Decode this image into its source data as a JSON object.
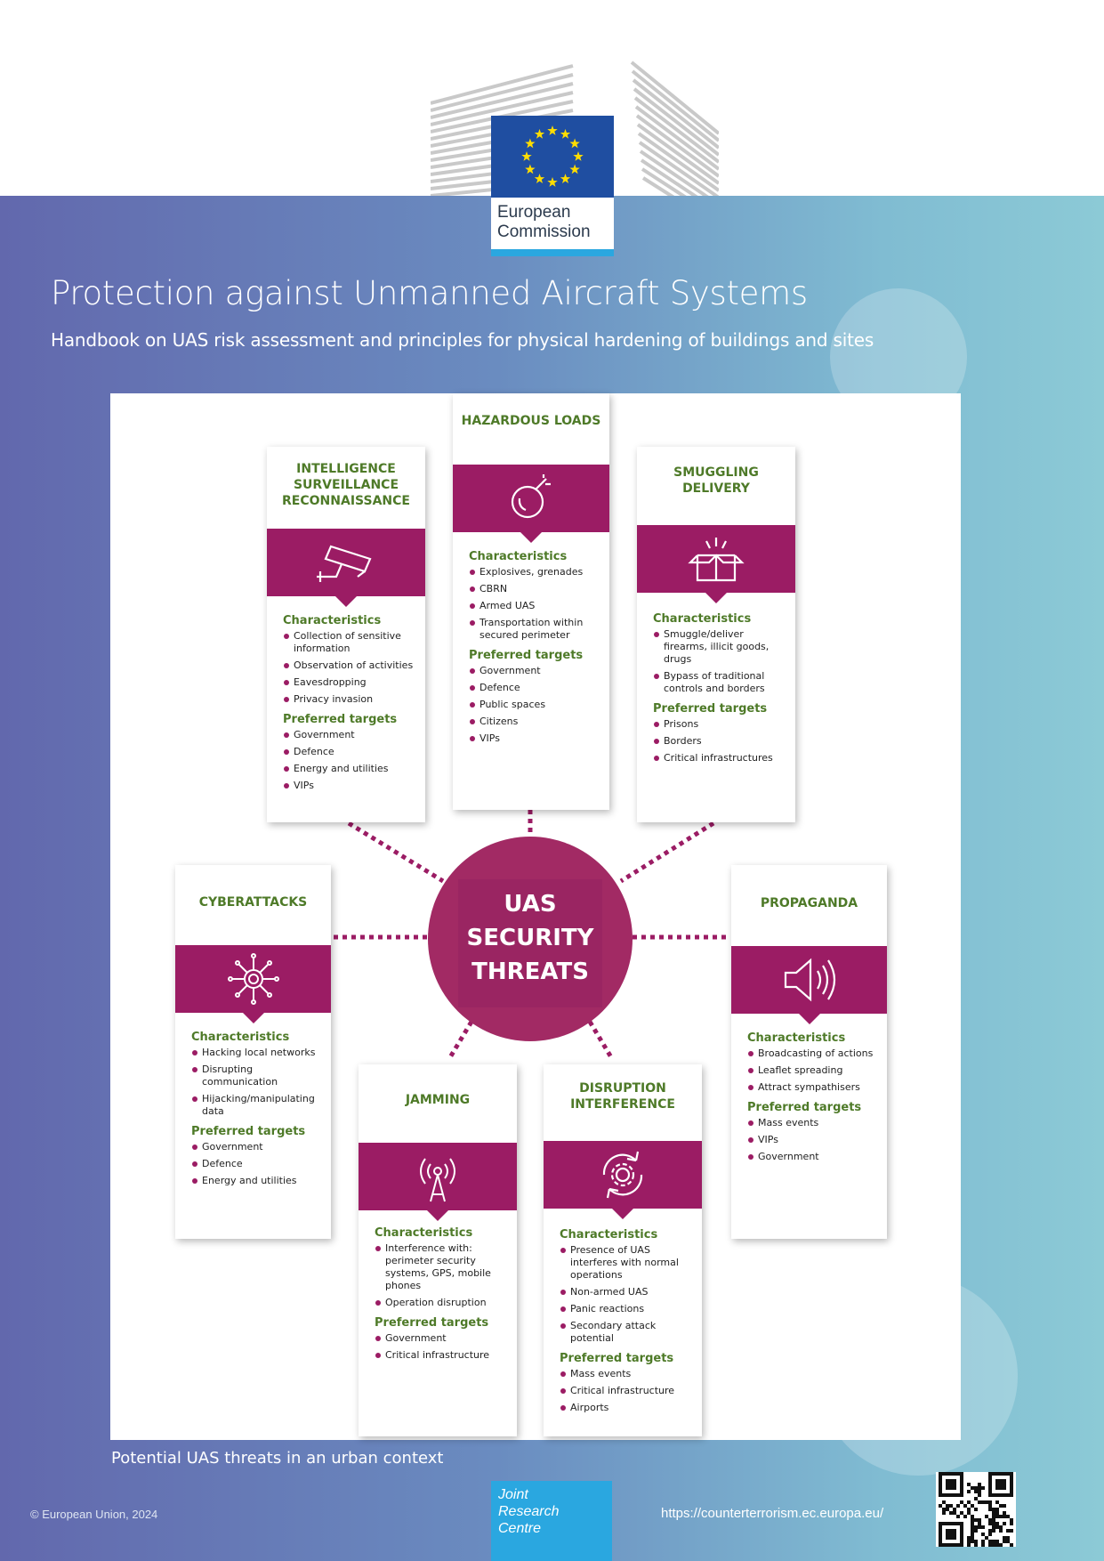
{
  "header": {
    "logo_line1": "European",
    "logo_line2": "Commission",
    "title": "Protection against Unmanned Aircraft Systems",
    "subtitle": "Handbook on UAS risk assessment and principles for physical hardening of buildings and sites"
  },
  "colors": {
    "accent": "#9b1c64",
    "heading_green": "#4e7a28",
    "eu_blue": "#1f4ea1",
    "eu_star": "#ffdd00",
    "jrc_blue": "#2aa7e0"
  },
  "infographic": {
    "center_lines": [
      "UAS",
      "SECURITY",
      "THREATS"
    ],
    "cards": [
      {
        "id": "isr",
        "title_lines": [
          "INTELLIGENCE",
          "SURVEILLANCE",
          "RECONNAISSANCE"
        ],
        "icon": "surveillance-camera-icon",
        "characteristics_label": "Characteristics",
        "characteristics": [
          "Collection of sensitive information",
          "Observation of activities",
          "Eavesdropping",
          "Privacy invasion"
        ],
        "targets_label": "Preferred targets",
        "targets": [
          "Government",
          "Defence",
          "Energy and utilities",
          "VIPs"
        ]
      },
      {
        "id": "hazardous",
        "title_lines": [
          "HAZARDOUS LOADS"
        ],
        "icon": "bomb-icon",
        "characteristics_label": "Characteristics",
        "characteristics": [
          "Explosives, grenades",
          "CBRN",
          "Armed UAS",
          "Transportation within secured perimeter"
        ],
        "targets_label": "Preferred targets",
        "targets": [
          "Government",
          "Defence",
          "Public spaces",
          "Citizens",
          "VIPs"
        ]
      },
      {
        "id": "smuggling",
        "title_lines": [
          "SMUGGLING",
          "DELIVERY"
        ],
        "icon": "open-box-icon",
        "characteristics_label": "Characteristics",
        "characteristics": [
          "Smuggle/deliver firearms, illicit goods, drugs",
          "Bypass of traditional controls and borders"
        ],
        "targets_label": "Preferred targets",
        "targets": [
          "Prisons",
          "Borders",
          "Critical infrastructures"
        ]
      },
      {
        "id": "cyber",
        "title_lines": [
          "CYBERATTACKS"
        ],
        "icon": "circuit-target-icon",
        "characteristics_label": "Characteristics",
        "characteristics": [
          "Hacking local networks",
          "Disrupting communication",
          "Hijacking/manipulating data"
        ],
        "targets_label": "Preferred targets",
        "targets": [
          "Government",
          "Defence",
          "Energy and utilities"
        ]
      },
      {
        "id": "propaganda",
        "title_lines": [
          "PROPAGANDA"
        ],
        "icon": "speaker-icon",
        "characteristics_label": "Characteristics",
        "characteristics": [
          "Broadcasting of actions",
          "Leaflet spreading",
          "Attract sympathisers"
        ],
        "targets_label": "Preferred targets",
        "targets": [
          "Mass events",
          "VIPs",
          "Government"
        ]
      },
      {
        "id": "jamming",
        "title_lines": [
          "JAMMING"
        ],
        "icon": "radio-tower-icon",
        "characteristics_label": "Characteristics",
        "characteristics": [
          "Interference with: perimeter security systems, GPS, mobile phones",
          "Operation disruption"
        ],
        "targets_label": "Preferred targets",
        "targets": [
          "Government",
          "Critical infrastructure"
        ]
      },
      {
        "id": "disruption",
        "title_lines": [
          "DISRUPTION",
          "INTERFERENCE"
        ],
        "icon": "gear-cycle-icon",
        "characteristics_label": "Characteristics",
        "characteristics": [
          "Presence of UAS interferes with normal operations",
          "Non-armed UAS",
          "Panic reactions",
          "Secondary attack potential"
        ],
        "targets_label": "Preferred targets",
        "targets": [
          "Mass events",
          "Critical infrastructure",
          "Airports"
        ]
      }
    ]
  },
  "caption": "Potential UAS threats in an urban context",
  "footer": {
    "copyright": "© European Union, 2024",
    "jrc_line1": "Joint",
    "jrc_line2": "Research",
    "jrc_line3": "Centre",
    "url": "https://counterterrorism.ec.europa.eu/"
  }
}
